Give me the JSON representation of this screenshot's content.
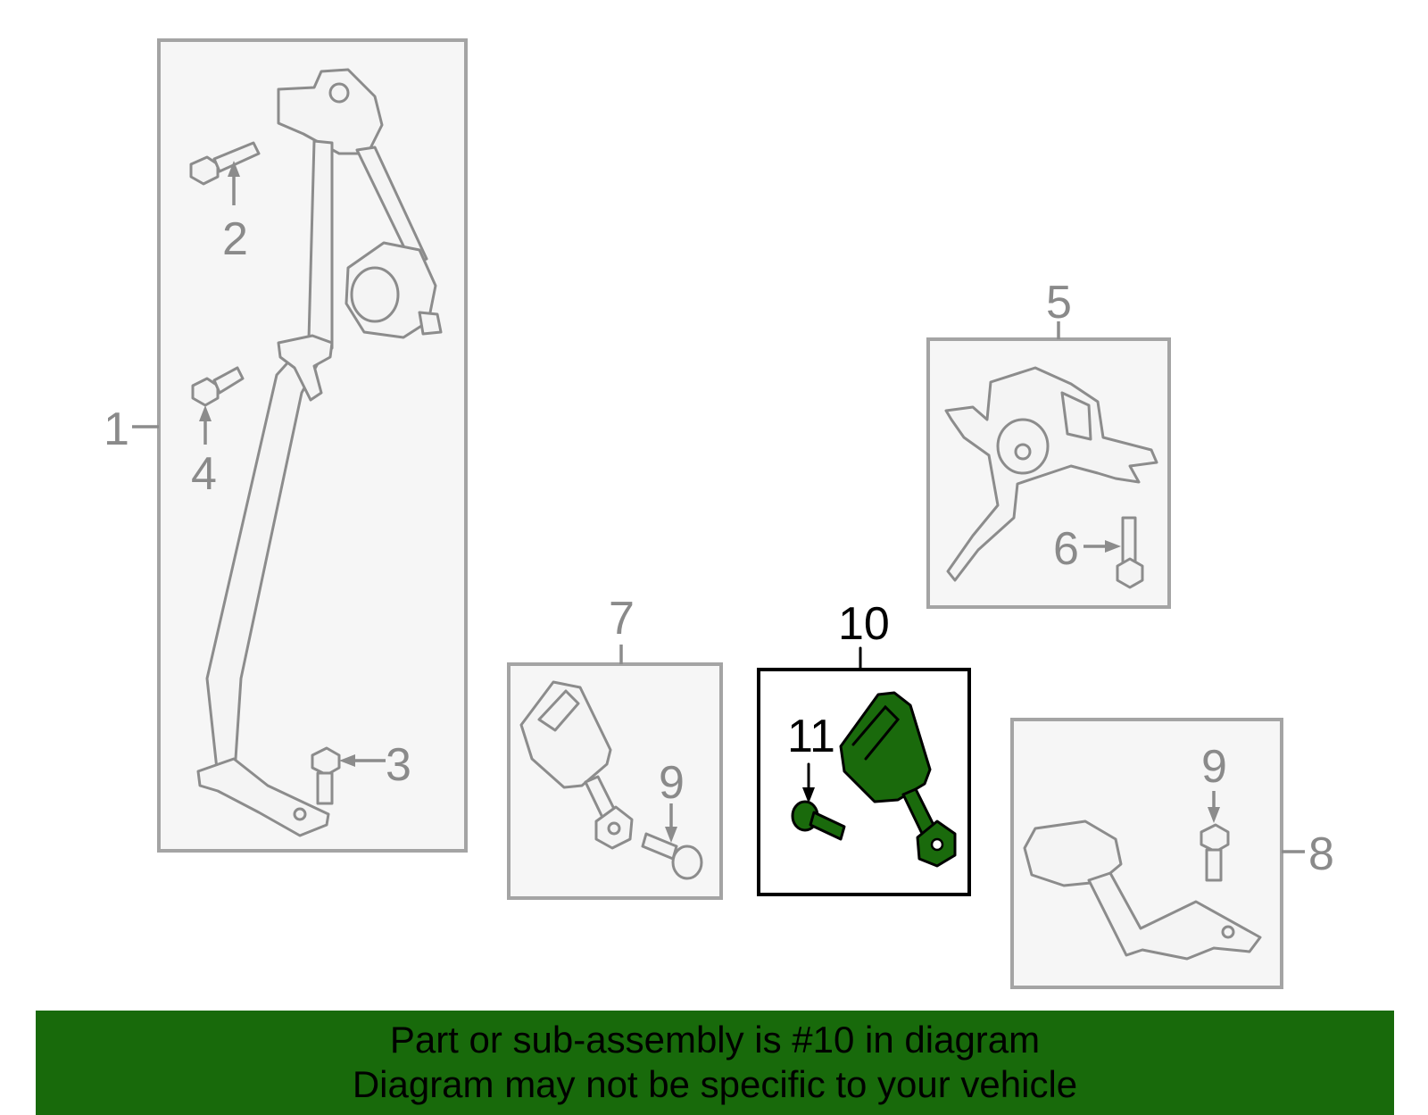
{
  "callouts": {
    "c1": "1",
    "c2": "2",
    "c3": "3",
    "c4": "4",
    "c5": "5",
    "c6": "6",
    "c7": "7",
    "c8": "8",
    "c9a": "9",
    "c9b": "9",
    "c10": "10",
    "c11": "11"
  },
  "highlighted_part": "10",
  "colors": {
    "highlight": "#1a6a0c",
    "banner": "#186a0b",
    "box_border": "#a4a4a4"
  },
  "banner": {
    "line1": "Part or sub-assembly is #10 in diagram",
    "line2": "Diagram may not be specific to your vehicle"
  }
}
